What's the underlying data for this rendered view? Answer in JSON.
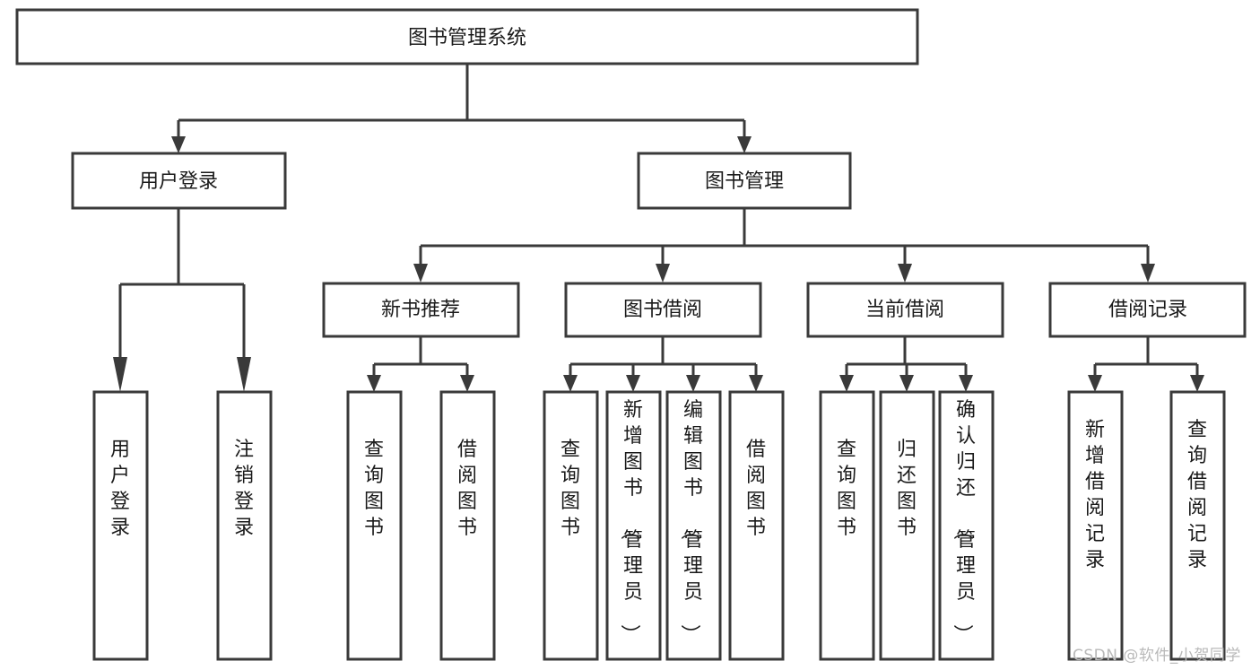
{
  "diagram": {
    "title": "图书管理系统",
    "watermark": "CSDN @软件_小贺同学",
    "colors": {
      "stroke": "#3a3a3a",
      "fill": "#ffffff",
      "text": "#1a1a1a",
      "watermark": "#b9b9b9",
      "background": "#ffffff"
    },
    "nodes": {
      "root": {
        "label": "图书管理系统"
      },
      "level2": [
        {
          "id": "user-login",
          "label": "用户登录"
        },
        {
          "id": "book-management",
          "label": "图书管理"
        }
      ],
      "level3": [
        {
          "id": "new-book-recommend",
          "label": "新书推荐"
        },
        {
          "id": "book-borrow",
          "label": "图书借阅"
        },
        {
          "id": "current-borrow",
          "label": "当前借阅"
        },
        {
          "id": "borrow-record",
          "label": "借阅记录"
        }
      ],
      "leaves": {
        "user-login": [
          {
            "id": "leaf-user-login",
            "label": "用户登录"
          },
          {
            "id": "leaf-logout",
            "label": "注销登录"
          }
        ],
        "new-book-recommend": [
          {
            "id": "leaf-query-book-1",
            "label": "查询图书"
          },
          {
            "id": "leaf-borrow-book-1",
            "label": "借阅图书"
          }
        ],
        "book-borrow": [
          {
            "id": "leaf-query-book-2",
            "label": "查询图书"
          },
          {
            "id": "leaf-add-book",
            "label": "新增图书（管理员）"
          },
          {
            "id": "leaf-edit-book",
            "label": "编辑图书（管理员）"
          },
          {
            "id": "leaf-borrow-book-2",
            "label": "借阅图书"
          }
        ],
        "current-borrow": [
          {
            "id": "leaf-query-book-3",
            "label": "查询图书"
          },
          {
            "id": "leaf-return-book",
            "label": "归还图书"
          },
          {
            "id": "leaf-confirm-return",
            "label": "确认归还（管理员）"
          }
        ],
        "borrow-record": [
          {
            "id": "leaf-add-record",
            "label": "新增借阅记录"
          },
          {
            "id": "leaf-query-record",
            "label": "查询借阅记录"
          }
        ]
      }
    }
  }
}
